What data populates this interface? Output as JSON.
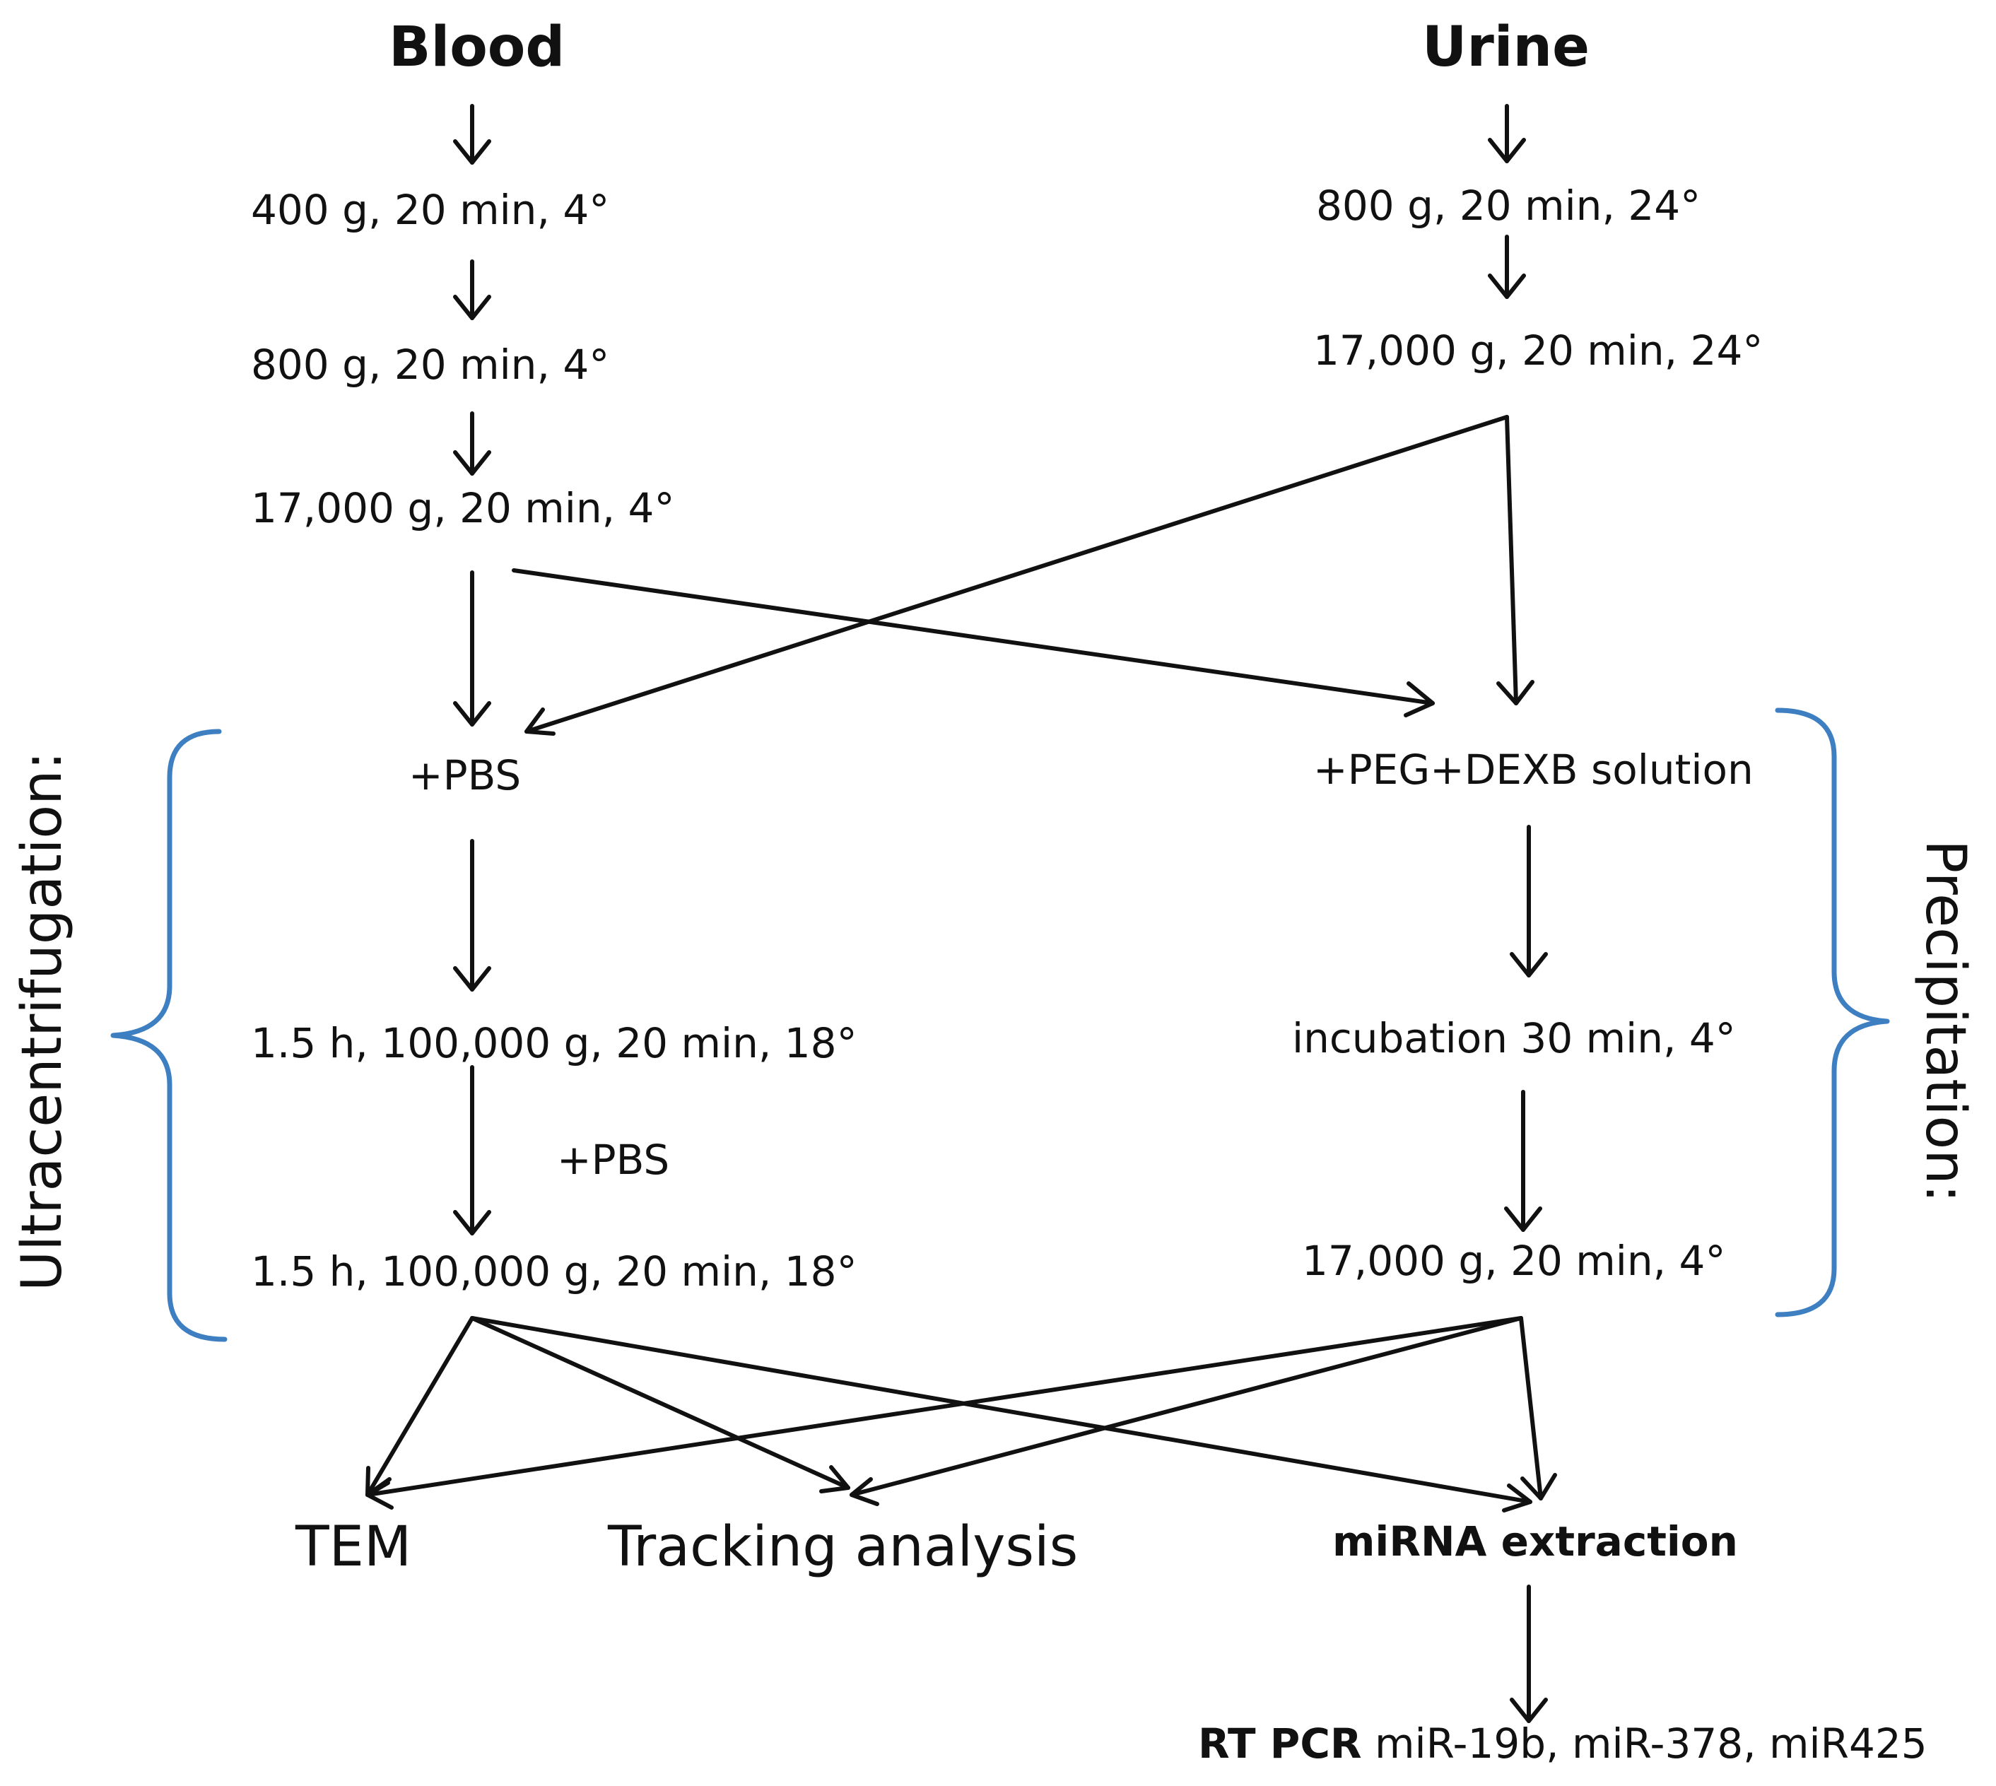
{
  "columns": {
    "blood": {
      "title": "Blood",
      "steps": [
        "400 g, 20 min, 4°",
        "800 g, 20 min, 4°",
        "17,000 g, 20 min, 4°",
        "+PBS",
        "1.5 h, 100,000 g, 20 min, 18°",
        "+PBS",
        "1.5 h, 100,000 g, 20 min, 18°"
      ]
    },
    "urine": {
      "title": "Urine",
      "steps": [
        "800 g, 20 min, 24°",
        "17,000 g, 20 min, 24°",
        "+PEG+DEXB solution",
        "incubation 30 min, 4°",
        "17,000 g, 20 min, 4°"
      ]
    }
  },
  "groups": {
    "left": "Ultracentrifugation:",
    "right": "Precipitation:"
  },
  "outputs": {
    "tem": "TEM",
    "tracking": "Tracking analysis",
    "mirna": "miRNA extraction",
    "rtpcr_bold": "RT PCR",
    "rtpcr_rest": " miR-19b, miR-378, miR425"
  },
  "colors": {
    "bracket": "#3d7fc1",
    "line": "#111111"
  }
}
